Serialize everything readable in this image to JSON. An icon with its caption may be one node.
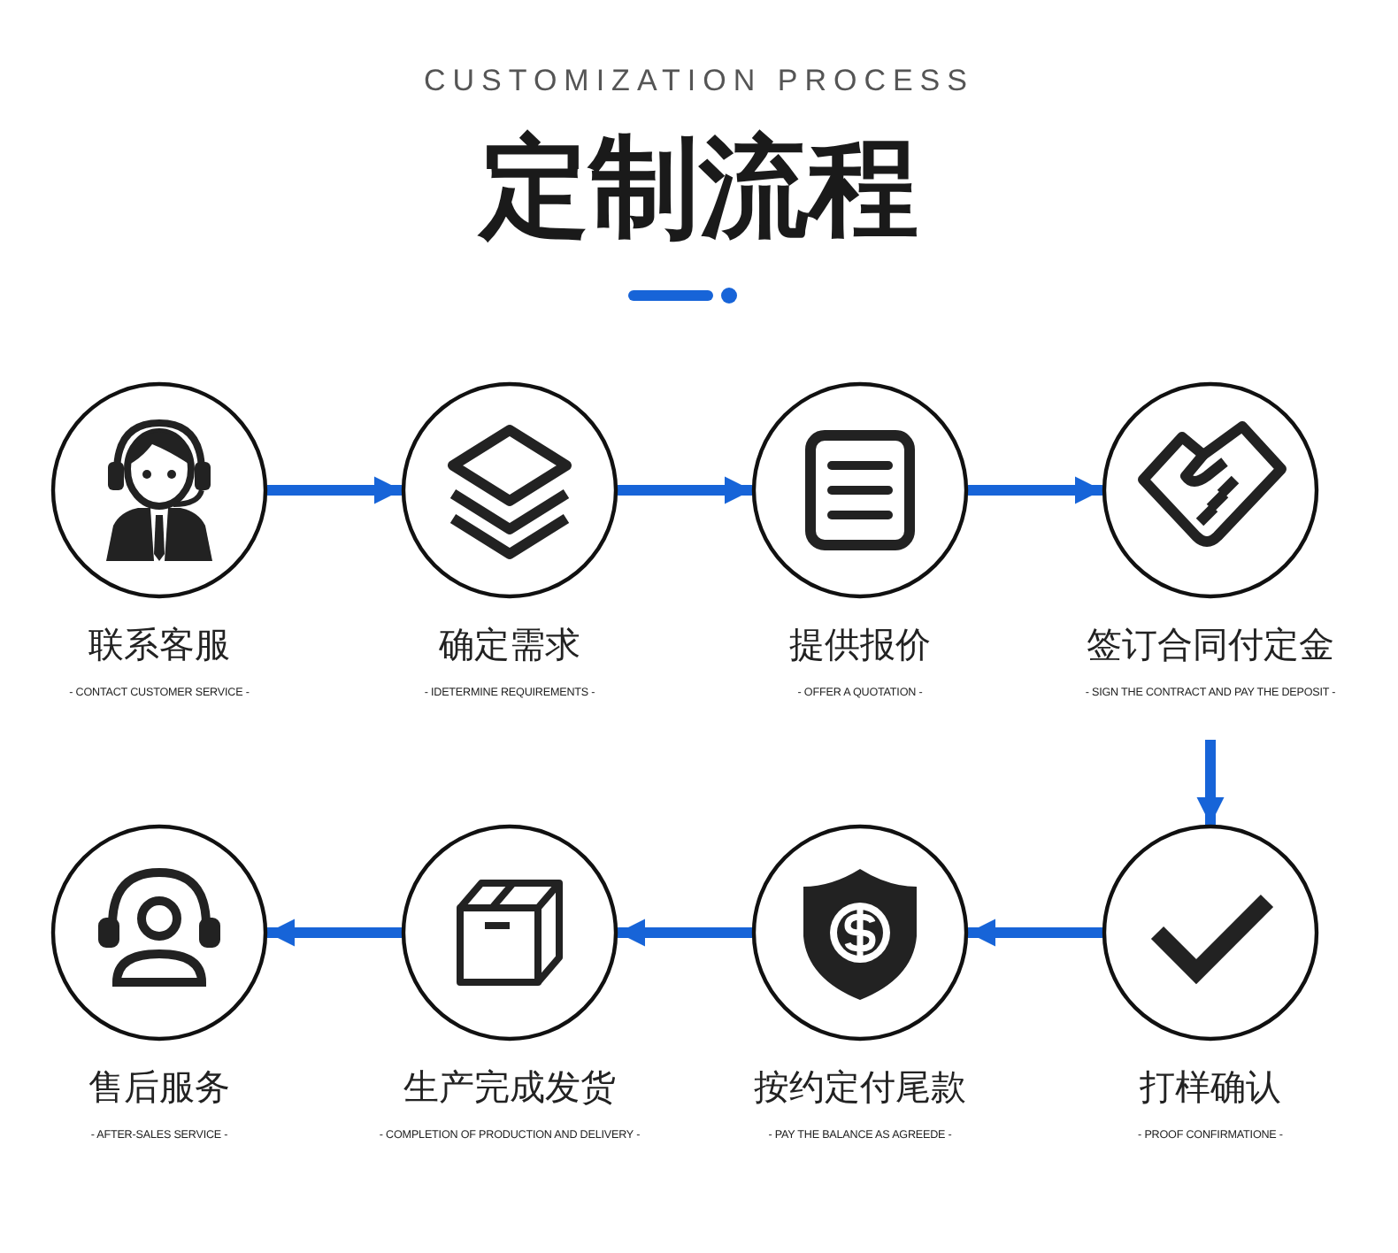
{
  "diagram": {
    "title": "定制流程",
    "nodes": [
      {
        "text": [
          "联系客服",
          "- CONTACT CUSTOMER SERVICE -"
        ]
      },
      {
        "text": [
          "确定需求",
          "- IDETERMINE REQUIREMENTS -"
        ]
      },
      {
        "text": [
          "提供报价",
          "- OFFER A QUOTATION -"
        ]
      },
      {
        "text": [
          "签订合同付定金",
          "- SIGN THE CONTRACT AND PAY THE DEPOSIT -"
        ]
      },
      {
        "text": [
          "打样确认",
          "- PROOF CONFIRMATIONE -"
        ]
      },
      {
        "text": [
          "按约定付尾款",
          "- PAY THE BALANCE AS AGREEDE -"
        ]
      },
      {
        "text": [
          "生产完成发货",
          "- COMPLETION OF PRODUCTION AND DELIVERY -"
        ]
      },
      {
        "text": [
          "售后服务",
          "- AFTER-SALES SERVICE -"
        ]
      }
    ],
    "edges": [
      {
        "from": 0,
        "to": 1,
        "arrow": "to"
      },
      {
        "from": 1,
        "to": 2,
        "arrow": "to"
      },
      {
        "from": 2,
        "to": 3,
        "arrow": "to"
      },
      {
        "from": 3,
        "to": 4,
        "arrow": "to"
      },
      {
        "from": 4,
        "to": 5,
        "arrow": "to"
      },
      {
        "from": 5,
        "to": 6,
        "arrow": "to"
      },
      {
        "from": 6,
        "to": 7,
        "arrow": "to"
      }
    ],
    "labels": [
      "CUSTOMIZATION PROCESS"
    ]
  }
}
